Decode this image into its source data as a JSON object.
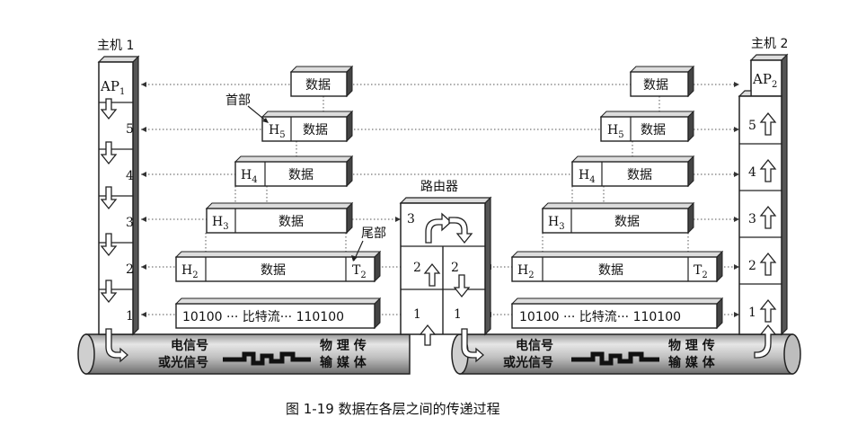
{
  "labels": {
    "host1": "主机 1",
    "host2": "主机 2",
    "router": "路由器",
    "header": "首部",
    "trailer": "尾部",
    "caption": "图 1-19    数据在各层之间的传递过程"
  },
  "host1": {
    "layers": [
      "AP",
      "5",
      "4",
      "3",
      "2",
      "1"
    ],
    "ap_sub": "1"
  },
  "host2": {
    "layers": [
      "AP",
      "5",
      "4",
      "3",
      "2",
      "1"
    ],
    "ap_sub": "2"
  },
  "router": {
    "left_layers": [
      "3",
      "2",
      "1"
    ],
    "right_layers": [
      "2",
      "1"
    ]
  },
  "units": {
    "data": "数据",
    "h": "H",
    "t": "T",
    "sub5": "5",
    "sub4": "4",
    "sub3": "3",
    "sub2": "2",
    "bitstream": "10100 ··· 比特流··· 110100"
  },
  "medium": {
    "line1": "电信号",
    "line2": "或光信号",
    "line3": "物  理  传",
    "line4": "输  媒  体"
  }
}
